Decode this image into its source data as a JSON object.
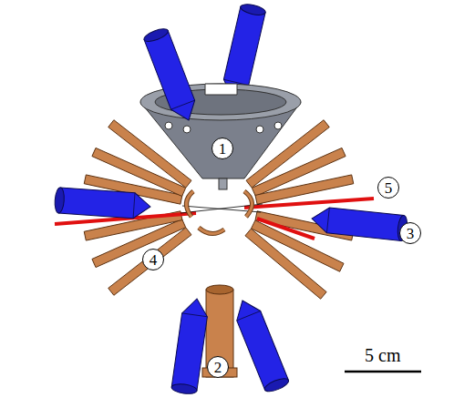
{
  "diagram": {
    "labels": [
      "1",
      "2",
      "3",
      "4",
      "5",
      "5 cm"
    ]
  }
}
